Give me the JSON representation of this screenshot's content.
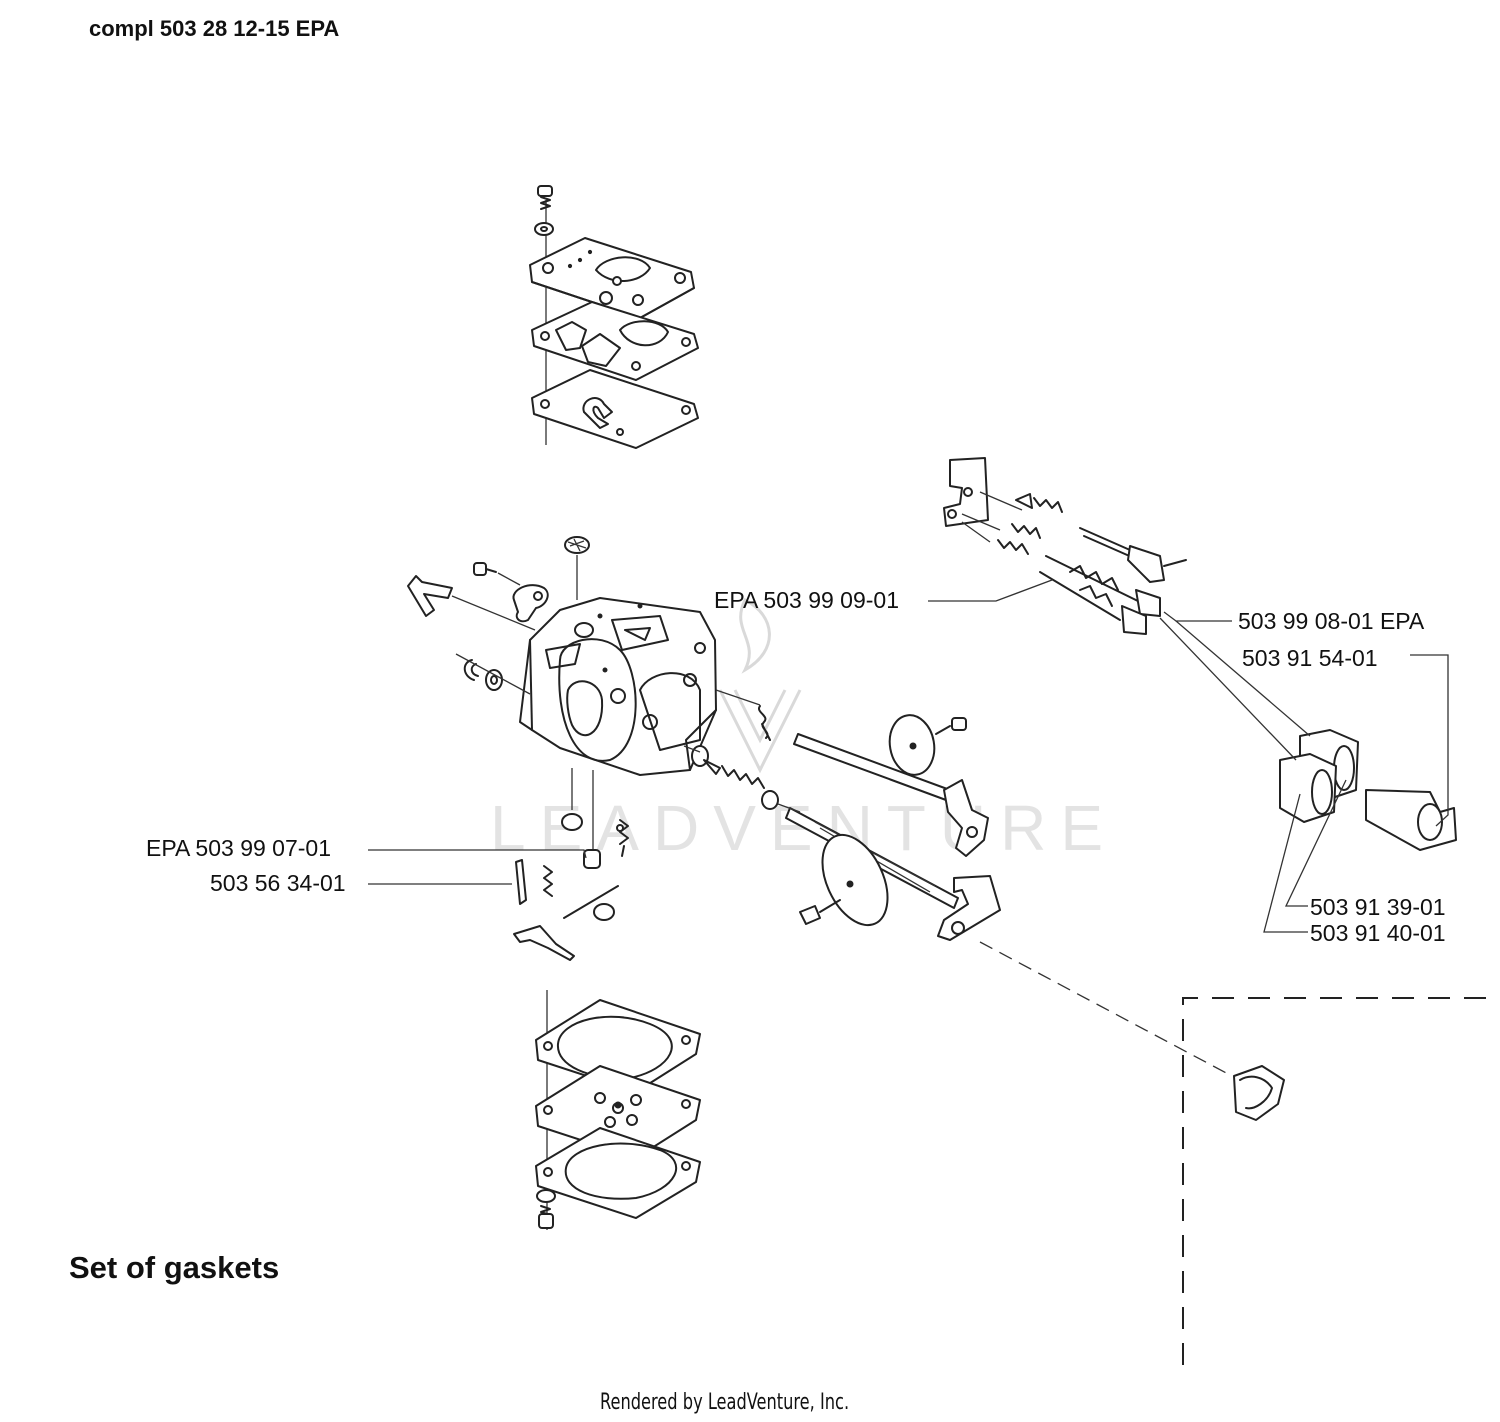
{
  "title": "compl 503 28 12-15 EPA",
  "section_label": "Set of gaskets",
  "footer": "Rendered by LeadVenture, Inc.",
  "watermark": "LEADVENTURE",
  "callouts": {
    "epa_503_99_09_01": "EPA 503 99 09-01",
    "p503_99_08_01_epa": "503 99 08-01 EPA",
    "p503_91_54_01": "503 91 54-01",
    "epa_503_99_07_01": "EPA  503 99 07-01",
    "p503_56_34_01": "503 56 34-01",
    "p503_91_39_01": "503 91 39-01",
    "p503_91_40_01": "503 91 40-01"
  },
  "colors": {
    "line": "#222222",
    "watermark": "#d9d9d9",
    "background": "#ffffff"
  }
}
